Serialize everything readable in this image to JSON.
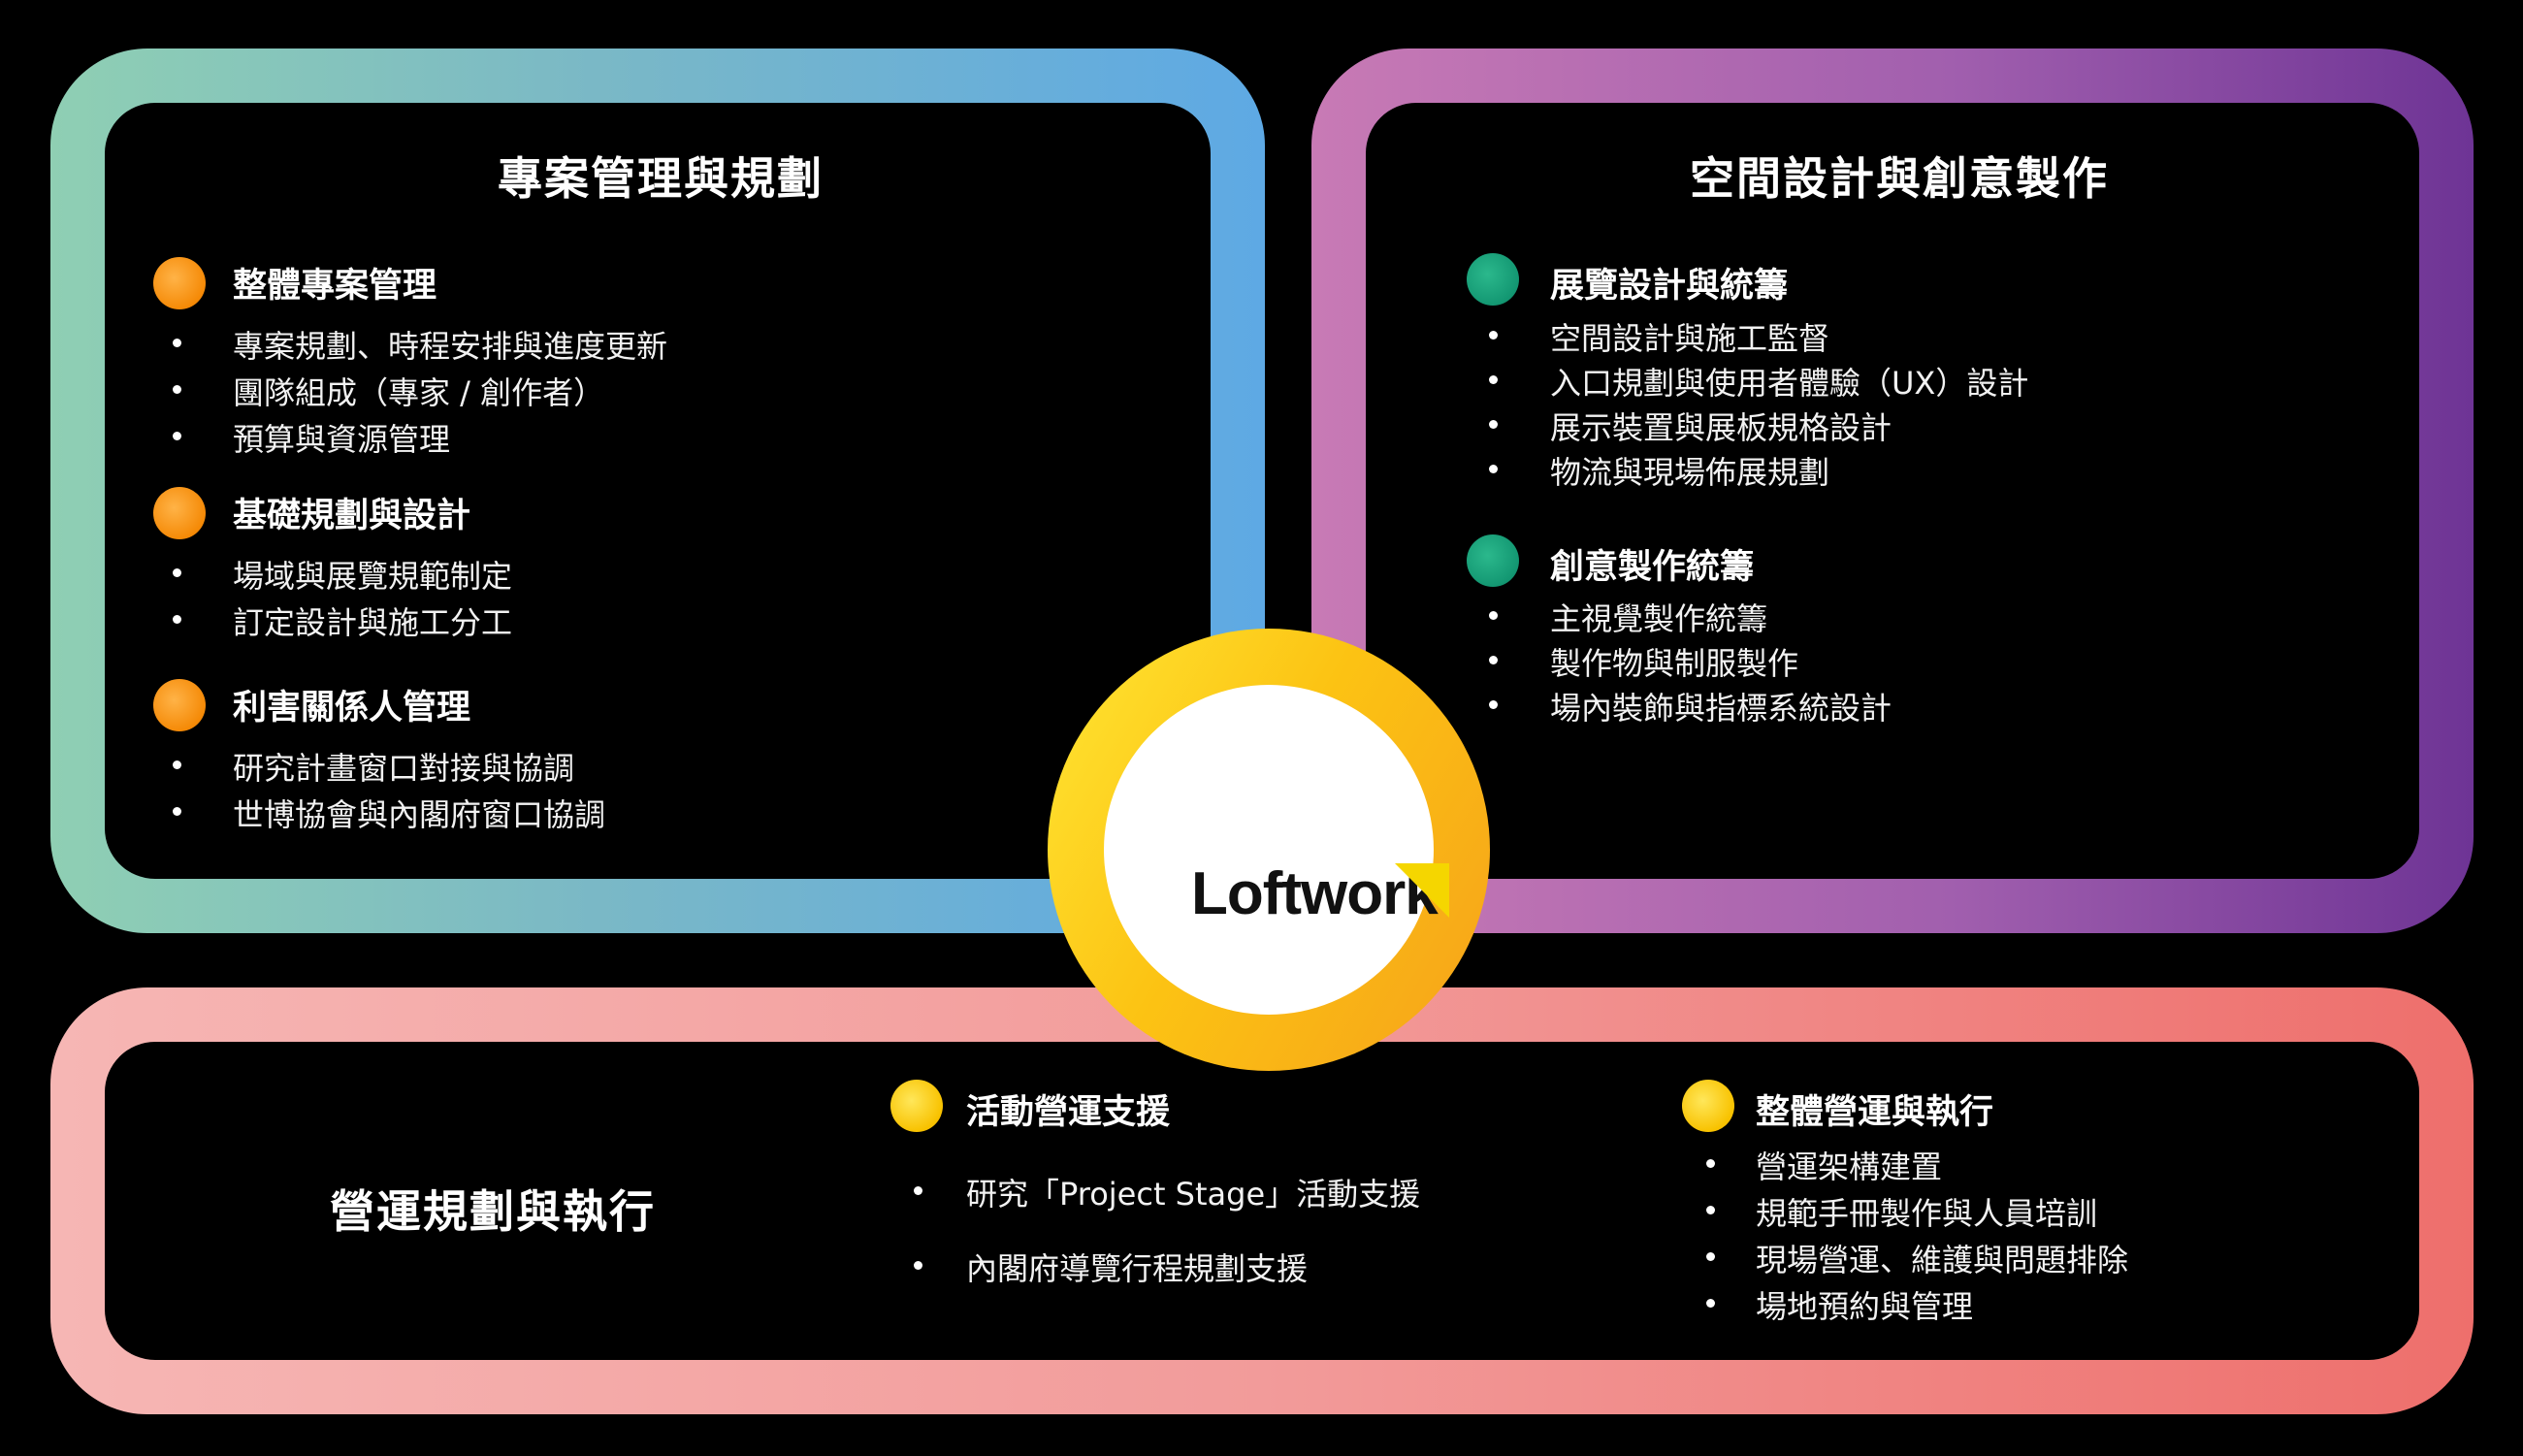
{
  "colors": {
    "project_border": [
      "#8fcfb3",
      "#5ea9e4"
    ],
    "space_border": [
      "#c87ab5",
      "#6e3495"
    ],
    "operation_border": [
      "#f6b6b4",
      "#ee6f6c"
    ],
    "dot_orange": "#f58a07",
    "dot_green": "#139772",
    "dot_yellow": "#f8c200",
    "logo_ring": "#fcc313"
  },
  "project_panel": {
    "title": "專案管理與規劃",
    "sections": [
      {
        "title": "整體專案管理",
        "icon": "orange-dot-icon",
        "items": [
          "專案規劃、時程安排與進度更新",
          "團隊組成（專家 / 創作者）",
          "預算與資源管理"
        ]
      },
      {
        "title": "基礎規劃與設計",
        "icon": "orange-dot-icon",
        "items": [
          "場域與展覽規範制定",
          "訂定設計與施工分工"
        ]
      },
      {
        "title": "利害關係人管理",
        "icon": "orange-dot-icon",
        "items": [
          "研究計畫窗口對接與協調",
          "世博協會與內閣府窗口協調"
        ]
      }
    ]
  },
  "space_panel": {
    "title": "空間設計與創意製作",
    "sections": [
      {
        "title": "展覽設計與統籌",
        "icon": "green-dot-icon",
        "items": [
          "空間設計與施工監督",
          "入口規劃與使用者體驗（UX）設計",
          "展示裝置與展板規格設計",
          "物流與現場佈展規劃"
        ]
      },
      {
        "title": "創意製作統籌",
        "icon": "green-dot-icon",
        "items": [
          "主視覺製作統籌",
          "製作物與制服製作",
          "場內裝飾與指標系統設計"
        ]
      }
    ]
  },
  "operation_panel": {
    "title": "營運規劃與執行",
    "sections": [
      {
        "title": "活動營運支援",
        "icon": "yellow-dot-icon",
        "items": [
          "研究「Project Stage」活動支援",
          "內閣府導覽行程規劃支援"
        ]
      },
      {
        "title": "整體營運與執行",
        "icon": "yellow-dot-icon",
        "items": [
          "營運架構建置",
          "規範手冊製作與人員培訓",
          "現場營運、維護與問題排除",
          "場地預約與管理"
        ]
      }
    ]
  },
  "logo": {
    "text": "Loftwork",
    "icon": "loftwork-flag-icon"
  }
}
